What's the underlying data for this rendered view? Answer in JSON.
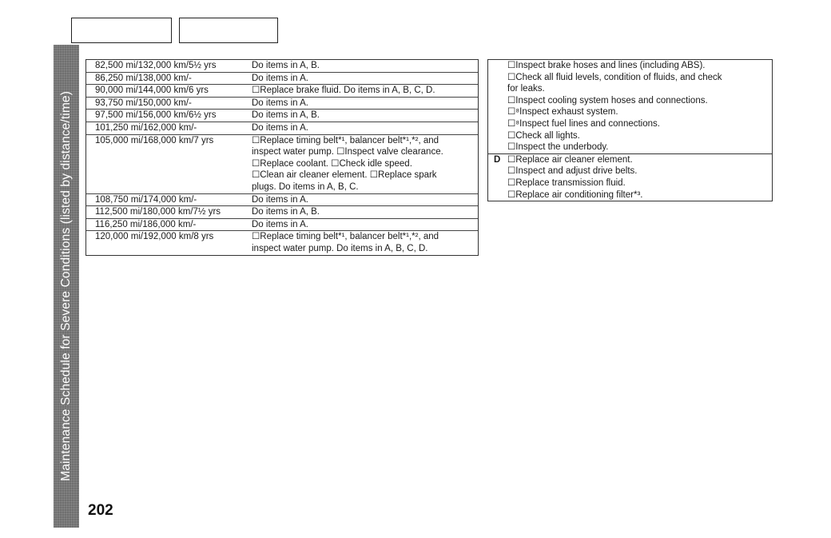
{
  "side_title": "Maintenance Schedule for Severe Conditions (listed by distance/time)",
  "page_number": "202",
  "left_table": [
    {
      "mileage": "82,500 mi/132,000 km/5½ yrs",
      "items": "Do items in A, B."
    },
    {
      "mileage": "86,250 mi/138,000 km/-",
      "items": "Do items in A."
    },
    {
      "mileage": "90,000 mi/144,000 km/6 yrs",
      "items": "☐Replace brake fluid. Do items in A, B, C, D."
    },
    {
      "mileage": "93,750 mi/150,000 km/-",
      "items": "Do items in A."
    },
    {
      "mileage": "97,500 mi/156,000 km/6½ yrs",
      "items": "Do items in A, B."
    },
    {
      "mileage": "101,250 mi/162,000 km/-",
      "items": "Do items in A."
    },
    {
      "mileage": "105,000 mi/168,000 km/7 yrs",
      "items": "☐Replace timing belt*¹, balancer belt*¹,*², and\ninspect water pump. ☐Inspect valve clearance.\n☐Replace coolant. ☐Check idle speed.\n☐Clean air cleaner element. ☐Replace spark\nplugs. Do items in A, B, C."
    },
    {
      "mileage": "108,750 mi/174,000 km/-",
      "items": "Do items in A."
    },
    {
      "mileage": "112,500 mi/180,000 km/7½ yrs",
      "items": "Do items in A, B."
    },
    {
      "mileage": "116,250 mi/186,000 km/-",
      "items": "Do items in A."
    },
    {
      "mileage": "120,000 mi/192,000 km/8 yrs",
      "items": "☐Replace timing belt*¹, balancer belt*¹,*², and\ninspect water pump. Do items in A, B, C, D."
    }
  ],
  "right_table": {
    "group_c": {
      "label": "",
      "items": "☐Inspect brake hoses and lines (including ABS).\n☐Check all fluid levels, condition of fluids, and check\n   for leaks.\n☐Inspect cooling system hoses and connections.\n☐⁸Inspect exhaust system.\n☐⁸Inspect fuel lines and connections.\n☐Check all lights.\n☐Inspect the underbody."
    },
    "group_d": {
      "label": "D",
      "items": "☐Replace air cleaner element.\n☐Inspect and adjust drive belts.\n☐Replace transmission fluid.\n☐Replace air conditioning filter*³."
    }
  }
}
